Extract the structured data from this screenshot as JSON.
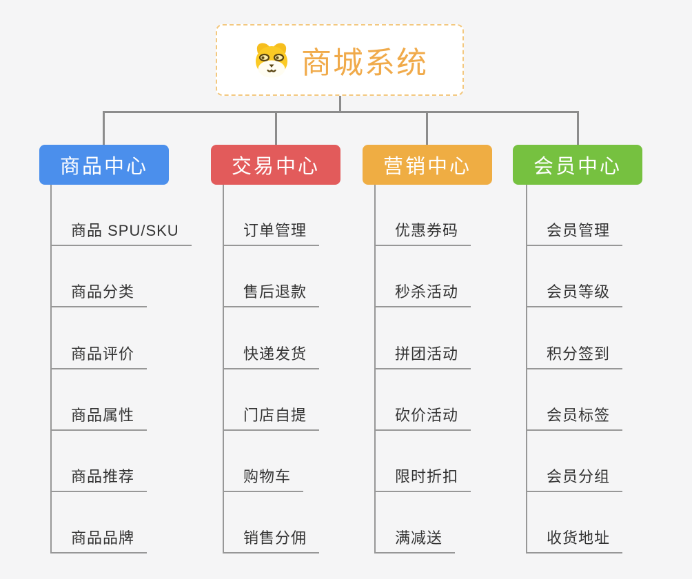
{
  "root": {
    "title": "商城系统",
    "icon": "dog-face-icon"
  },
  "branches": [
    {
      "label": "商品中心",
      "color": "#4b8fec",
      "children": [
        "商品 SPU/SKU",
        "商品分类",
        "商品评价",
        "商品属性",
        "商品推荐",
        "商品品牌"
      ]
    },
    {
      "label": "交易中心",
      "color": "#e25b5b",
      "children": [
        "订单管理",
        "售后退款",
        "快递发货",
        "门店自提",
        "购物车",
        "销售分佣"
      ]
    },
    {
      "label": "营销中心",
      "color": "#efad43",
      "children": [
        "优惠券码",
        "秒杀活动",
        "拼团活动",
        "砍价活动",
        "限时折扣",
        "满减送"
      ]
    },
    {
      "label": "会员中心",
      "color": "#76c140",
      "children": [
        "会员管理",
        "会员等级",
        "积分签到",
        "会员标签",
        "会员分组",
        "收货地址"
      ]
    }
  ],
  "colors": {
    "background": "#f5f5f6",
    "connector": "#8c8c8c",
    "leaf_line": "#979797",
    "leaf_text": "#333333",
    "root_border": "#f3c87f",
    "root_title": "#f0aa4a"
  }
}
